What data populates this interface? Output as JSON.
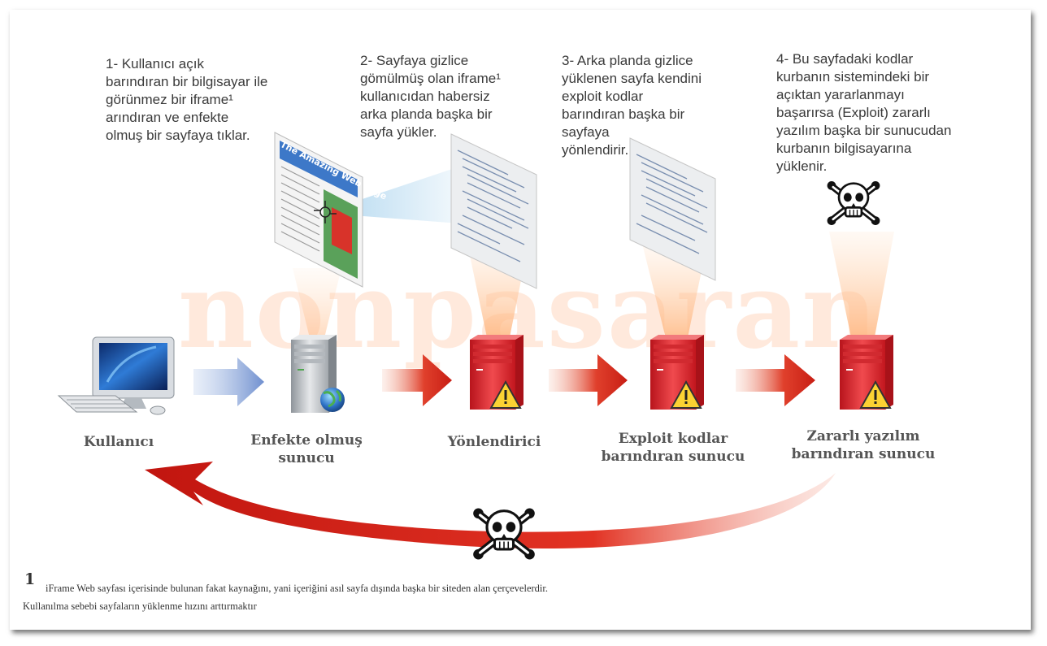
{
  "watermark": "nonpasaran",
  "steps": [
    {
      "id": "1",
      "lines": [
        "1- Kullanıcı açık",
        "barındıran bir bilgisayar ile",
        "görünmez bir iframe¹",
        "arındıran ve enfekte",
        "olmuş bir sayfaya tıklar."
      ]
    },
    {
      "id": "2",
      "lines": [
        "2- Sayfaya gizlice",
        "gömülmüş olan iframe¹",
        "kullanıcıdan habersiz",
        "arka planda başka  bir",
        "sayfa yükler."
      ]
    },
    {
      "id": "3",
      "lines": [
        "3- Arka planda gizlice",
        "yüklenen sayfa kendini",
        "exploit kodlar",
        "barındıran başka bir",
        "sayfaya",
        "yönlendirir."
      ]
    },
    {
      "id": "4",
      "lines": [
        "4- Bu sayfadaki kodlar",
        "kurbanın sistemindeki bir",
        "açıktan yararlanmayı",
        "başarırsa (Exploit) zararlı",
        "yazılım başka bir sunucudan",
        "kurbanın bilgisayarına",
        "yüklenir."
      ]
    }
  ],
  "nodes": [
    {
      "id": "user",
      "label_lines": [
        "Kullanıcı"
      ]
    },
    {
      "id": "infected",
      "label_lines": [
        "Enfekte olmuş",
        "sunucu"
      ]
    },
    {
      "id": "redirector",
      "label_lines": [
        "Yönlendirici"
      ]
    },
    {
      "id": "exploit",
      "label_lines": [
        "Exploit kodlar",
        "barındıran sunucu"
      ]
    },
    {
      "id": "malware",
      "label_lines": [
        "Zararlı yazılım",
        "barındıran sunucu"
      ]
    }
  ],
  "webpage_title": "The Amazing Web Page",
  "footnote": {
    "number": "1",
    "text": "iFrame Web sayfası içerisinde bulunan fakat kaynağını, yani içeriğini asıl sayfa dışında başka bir siteden alan çerçevelerdir. Kullanılma sebebi sayfaların yüklenme hızını arttırmaktır"
  },
  "colors": {
    "red_arrow": "#d9261c",
    "blue_arrow": "#7f9fd8",
    "server_red": "#e8333a",
    "server_gray": "#c9cdd2",
    "watermark": "#ff7828"
  }
}
